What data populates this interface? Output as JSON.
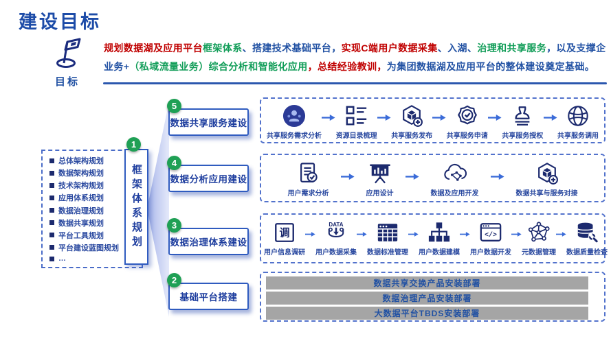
{
  "colors": {
    "title_blue": "#1D4CA8",
    "text_blue": "#2151A3",
    "text_red": "#C00000",
    "text_green": "#119D58",
    "box_border_blue": "#2F5BBF",
    "badge_green": "#1FA055",
    "icon_navy": "#1C2A6E",
    "arrow_blue": "#3A6BD8",
    "bar_gray": "#A5A5A5"
  },
  "header": {
    "title": "建设目标"
  },
  "goal": {
    "icon": "flag-icon",
    "label": "目标",
    "segments": [
      {
        "text": "规划数据湖及应用平台",
        "color": "red"
      },
      {
        "text": "框架体系",
        "color": "green"
      },
      {
        "text": "、搭建技术基础平台，",
        "color": "blue"
      },
      {
        "text": "实现C端用户数据采集",
        "color": "red"
      },
      {
        "text": "、入湖、",
        "color": "blue"
      },
      {
        "text": "治理和共享服务",
        "color": "green"
      },
      {
        "text": "，以及支撑企",
        "color": "blue"
      },
      {
        "text": "业务+",
        "color": "blue"
      },
      {
        "text": "（私域流量业务）综合分析和智能化应用",
        "color": "green"
      },
      {
        "text": "，总结经验教训，",
        "color": "red"
      },
      {
        "text": "为集团数据湖及应用平台的整体建设奠定基础。",
        "color": "blue"
      }
    ]
  },
  "left_panel": {
    "number": "1",
    "vertical_label": "框架体系规划",
    "bullet_icon": "square-bullet-icon",
    "items": [
      "总体架构规划",
      "数据架构规划",
      "技术架构规划",
      "应用体系规划",
      "数据治理规划",
      "数据共享规划",
      "平台工具规划",
      "平台建设蓝图规划",
      "…"
    ]
  },
  "phases": [
    {
      "number": "5",
      "label": "数据共享服务建设"
    },
    {
      "number": "4",
      "label": "数据分析应用建设"
    },
    {
      "number": "3",
      "label": "数据治理体系建设"
    },
    {
      "number": "2",
      "label": "基础平台搭建"
    }
  ],
  "misc": {
    "arrow_icon": "arrow-right-icon"
  },
  "flows": [
    {
      "steps": [
        {
          "icon": "people-group-icon",
          "label": "共享服务需求分析"
        },
        {
          "icon": "catalog-list-icon",
          "label": "资源目录梳理"
        },
        {
          "icon": "cube-share-icon",
          "label": "共享服务发布"
        },
        {
          "icon": "badge-check-icon",
          "label": "共享服务申请"
        },
        {
          "icon": "stamp-icon",
          "label": "共享服务授权"
        },
        {
          "icon": "globe-icon",
          "label": "共享服务调用"
        }
      ]
    },
    {
      "steps": [
        {
          "icon": "document-check-icon",
          "label": "用户需求分析"
        },
        {
          "icon": "presentation-chart-icon",
          "label": "应用设计"
        },
        {
          "icon": "cloud-dev-icon",
          "label": "数据及应用开发"
        },
        {
          "icon": "cube-share-icon",
          "label": "数据共享与服务对接"
        }
      ]
    },
    {
      "steps": [
        {
          "icon": "survey-icon",
          "icon_text": "调",
          "label": "用户信息调研"
        },
        {
          "icon": "data-funnel-icon",
          "icon_text": "DATA",
          "label": "用户数据采集"
        },
        {
          "icon": "table-grid-icon",
          "label": "数据标准管理"
        },
        {
          "icon": "hierarchy-icon",
          "label": "用户数据建模"
        },
        {
          "icon": "code-window-icon",
          "icon_text": "</>",
          "label": "用户数据开发"
        },
        {
          "icon": "network-graph-icon",
          "label": "元数据管理"
        },
        {
          "icon": "database-wrench-icon",
          "label": "数据质量检查"
        }
      ]
    }
  ],
  "deployment_bars": [
    "数据共享交换产品安装部署",
    "数据治理产品安装部署",
    "大数据平台TBDS安装部署"
  ]
}
